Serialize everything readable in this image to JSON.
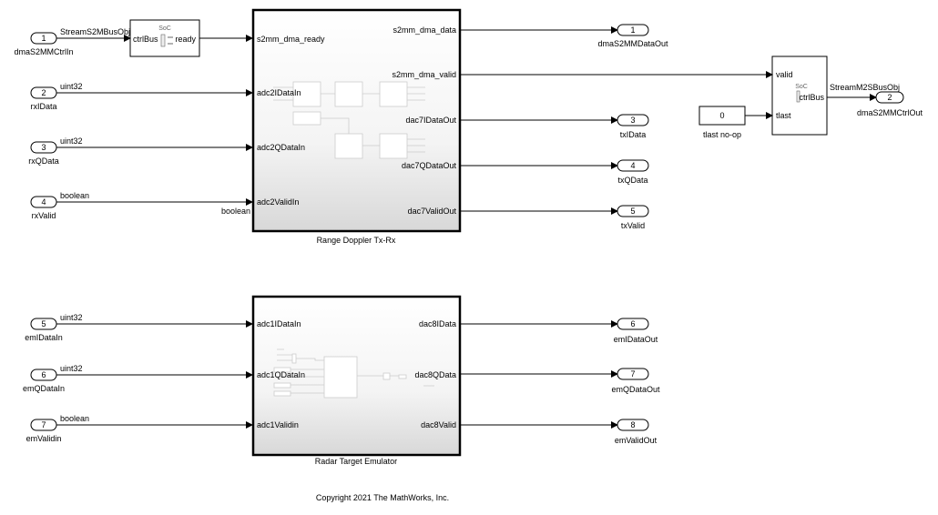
{
  "inports": [
    {
      "num": "1",
      "name": "dmaS2MMCtrlIn",
      "signal": "StreamS2MBusObj"
    },
    {
      "num": "2",
      "name": "rxIData",
      "signal": "uint32"
    },
    {
      "num": "3",
      "name": "rxQData",
      "signal": "uint32"
    },
    {
      "num": "4",
      "name": "rxValid",
      "signal": "boolean"
    },
    {
      "num": "5",
      "name": "emIDataIn",
      "signal": "uint32"
    },
    {
      "num": "6",
      "name": "emQDataIn",
      "signal": "uint32"
    },
    {
      "num": "7",
      "name": "emValidin",
      "signal": "boolean"
    }
  ],
  "outports": [
    {
      "num": "1",
      "name": "dmaS2MMDataOut"
    },
    {
      "num": "2",
      "name": "dmaS2MMCtrlOut",
      "signal": "StreamM2SBusObj"
    },
    {
      "num": "3",
      "name": "txIData"
    },
    {
      "num": "4",
      "name": "txQData"
    },
    {
      "num": "5",
      "name": "txValid"
    },
    {
      "num": "6",
      "name": "emIDataOut"
    },
    {
      "num": "7",
      "name": "emQDataOut"
    },
    {
      "num": "8",
      "name": "emValidOut"
    }
  ],
  "soc_in_block": {
    "badge": "SoC",
    "in": "ctrlBus",
    "out": "ready"
  },
  "soc_out_block": {
    "badge": "SoC",
    "in_valid": "valid",
    "in_tlast": "tlast",
    "out": "ctrlBus"
  },
  "constant_block": {
    "value": "0",
    "name": "tlast no-op"
  },
  "range_doppler": {
    "name": "Range Doppler Tx-Rx",
    "inputs": [
      "s2mm_dma_ready",
      "adc2IDataIn",
      "adc2QDataIn",
      "adc2ValidIn"
    ],
    "outputs": [
      "s2mm_dma_data",
      "s2mm_dma_valid",
      "dac7IDataOut",
      "dac7QDataOut",
      "dac7ValidOut"
    ],
    "valid_signal": "boolean"
  },
  "radar_emulator": {
    "name": "Radar Target Emulator",
    "inputs": [
      "adc1IDataIn",
      "adc1QDataIn",
      "adc1Validin"
    ],
    "outputs": [
      "dac8IData",
      "dac8QData",
      "dac8Valid"
    ]
  },
  "copyright": "Copyright 2021 The MathWorks, Inc."
}
